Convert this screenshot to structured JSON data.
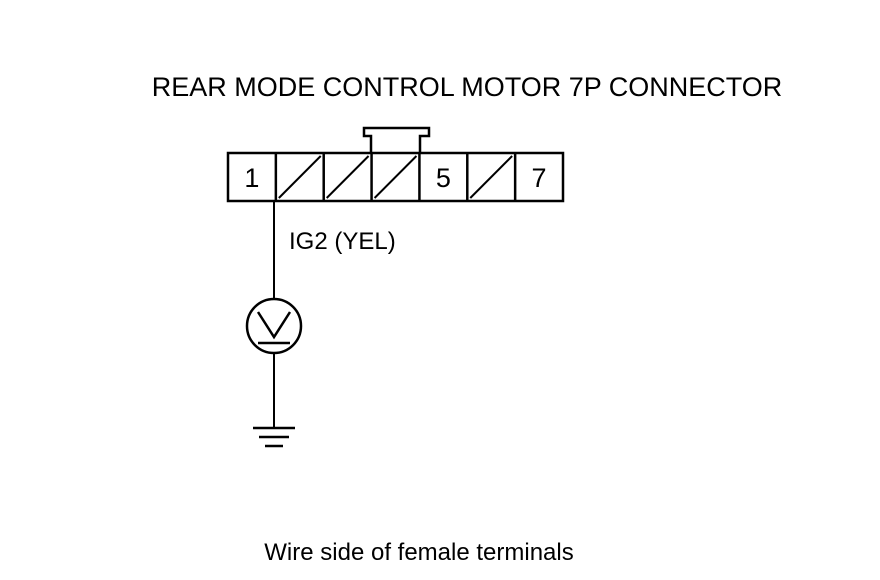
{
  "title": "REAR MODE CONTROL MOTOR 7P CONNECTOR",
  "caption": "Wire side of female terminals",
  "connector": {
    "terminals": [
      {
        "label": "1",
        "used": true
      },
      {
        "label": "",
        "used": false
      },
      {
        "label": "",
        "used": false
      },
      {
        "label": "",
        "used": false
      },
      {
        "label": "5",
        "used": true
      },
      {
        "label": "",
        "used": false
      },
      {
        "label": "7",
        "used": true
      }
    ]
  },
  "wire_label": "IG2 (YEL)",
  "meter": "voltmeter-icon",
  "ground": "ground-icon",
  "colors": {
    "line": "#000000",
    "background": "#ffffff"
  }
}
